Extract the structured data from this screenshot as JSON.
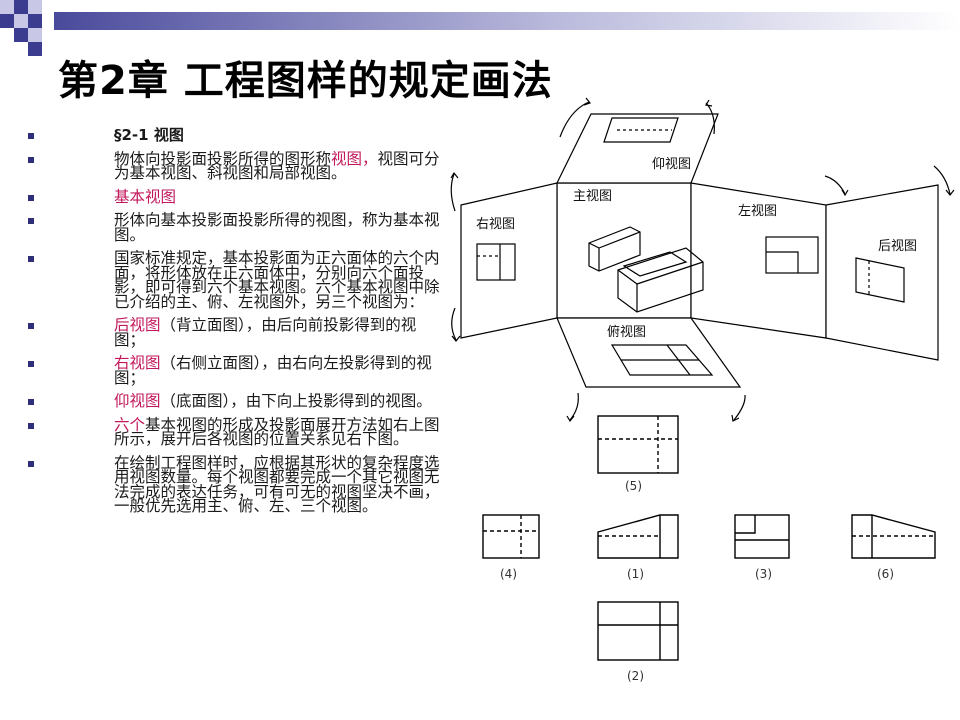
{
  "slide": {
    "title": "第2章  工程图样的规定画法"
  },
  "bullets": [
    {
      "id": "heading",
      "highlight": "§2-1  视图",
      "text": ""
    },
    {
      "id": "intro",
      "text": "物体向投影面投影所得的图形称",
      "highlight": "视图，",
      "text2": "视图可分为基本视图、斜视图和局部视图。"
    },
    {
      "id": "basic",
      "highlight": "基本视图",
      "text": ""
    },
    {
      "id": "def",
      "text": "形体向基本投影面投影所得的视图，称为基本视图。"
    },
    {
      "id": "std",
      "text": "国家标准规定，基本投影面为正六面体的六个内面，将形体放在正六面体中，分别向六个面投影，即可得到六个基本视图。六个基本视图中除已介绍的主、俯、左视图外，另三个视图为："
    },
    {
      "id": "rear",
      "highlight": "后视图",
      "text": "（背立面图），由后向前投影得到的视图；"
    },
    {
      "id": "right",
      "highlight": "右视图",
      "text": "（右侧立面图），由右向左投影得到的视图；"
    },
    {
      "id": "bottom",
      "highlight": "仰视图",
      "text": "（底面图），由下向上投影得到的视图。"
    },
    {
      "id": "six",
      "highlight": "六个",
      "text": "基本视图的形成及投影面展开方法如右上图所示，展开后各视图的位置关系见右下图。"
    },
    {
      "id": "choose",
      "text": "在绘制工程图样时，应根据其形状的复杂程度选用视图数量。每个视图都要完成一个其它视图无法完成的表达任务，可有可无的视图坚决不画，一般优先选用主、俯、左、三个视图。"
    }
  ],
  "figure": {
    "panels": {
      "front": "主视图",
      "top_view": "俯视图",
      "left_view": "左视图",
      "right_view": "右视图",
      "bottom_view": "仰视图",
      "rear_view": "后视图"
    },
    "view_labels": [
      "(5)",
      "(4)",
      "(1)",
      "(3)",
      "(6)",
      "(2)"
    ]
  },
  "colors": {
    "accent_pink": "#c2185b",
    "bullet_square": "#2e2e7a",
    "header_square_dark": "#3b3b8f",
    "header_square_light": "#c8c8e6"
  }
}
